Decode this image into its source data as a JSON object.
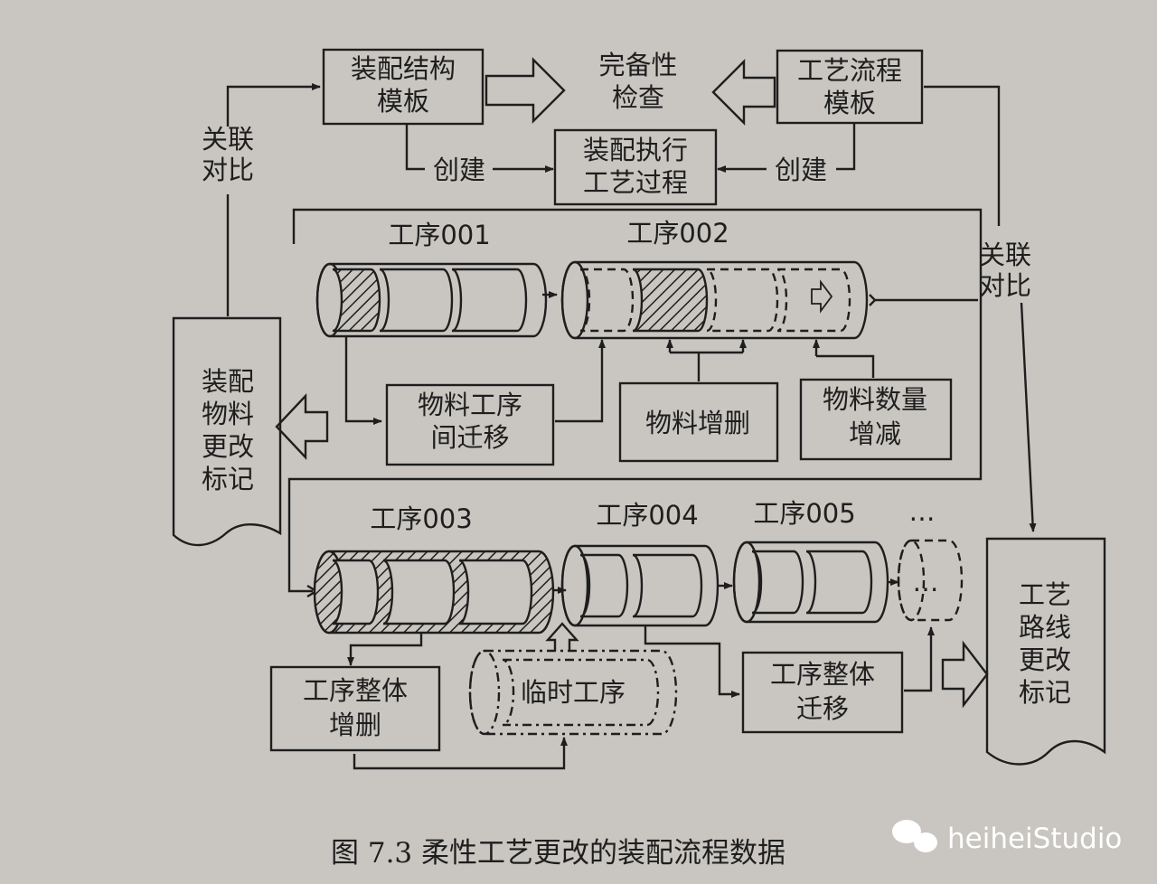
{
  "boxes": {
    "asm_template": [
      "装配结构",
      "模板"
    ],
    "completeness": [
      "完备性",
      "检查"
    ],
    "proc_template": [
      "工艺流程",
      "模板"
    ],
    "exec_process": [
      "装配执行",
      "工艺过程"
    ],
    "material_migrate": [
      "物料工序",
      "间迁移"
    ],
    "material_adddel": [
      "物料增删"
    ],
    "material_qty": [
      "物料数量",
      "增减"
    ],
    "op_adddel": [
      "工序整体",
      "增删"
    ],
    "temp_op": [
      "临时工序"
    ],
    "op_migrate": [
      "工序整体",
      "迁移"
    ]
  },
  "docs": {
    "asm_change": [
      "装配",
      "物料",
      "更改",
      "标记"
    ],
    "route_change": [
      "工艺",
      "路线",
      "更改",
      "标记"
    ]
  },
  "labels": {
    "create_left": "创建",
    "create_right": "创建",
    "assoc_left": [
      "关联",
      "对比"
    ],
    "assoc_right": [
      "关联",
      "对比"
    ]
  },
  "ops": {
    "op001": "工序001",
    "op002": "工序002",
    "op003": "工序003",
    "op004": "工序004",
    "op005": "工序005",
    "more": "…",
    "more_inner": "…"
  },
  "caption": "图 7.3   柔性工艺更改的装配流程数据",
  "watermark": "heiheiStudio",
  "colors": {
    "ink": "#1e1e1e",
    "paper": "#c9c6c1"
  }
}
